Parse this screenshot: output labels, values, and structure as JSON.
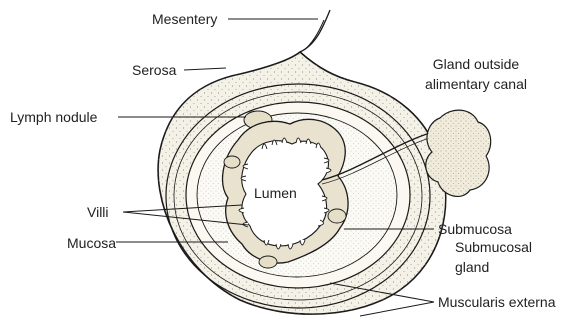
{
  "labels": {
    "mesentery": "Mesentery",
    "serosa": "Serosa",
    "lymph_nodule": "Lymph nodule",
    "villi": "Villi",
    "mucosa": "Mucosa",
    "lumen": "Lumen",
    "gland_outside_line1": "Gland outside",
    "gland_outside_line2": "alimentary canal",
    "submucosa": "Submucosa",
    "submucosal_gland_line1": "Submucosal",
    "submucosal_gland_line2": "gland",
    "muscularis_externa": "Muscularis externa"
  },
  "colors": {
    "outline": "#1a1a1a",
    "tissue_fill": "#f4f1e6",
    "lumen_fill": "#ffffff",
    "mucosa_fill": "#e8e2cf"
  }
}
